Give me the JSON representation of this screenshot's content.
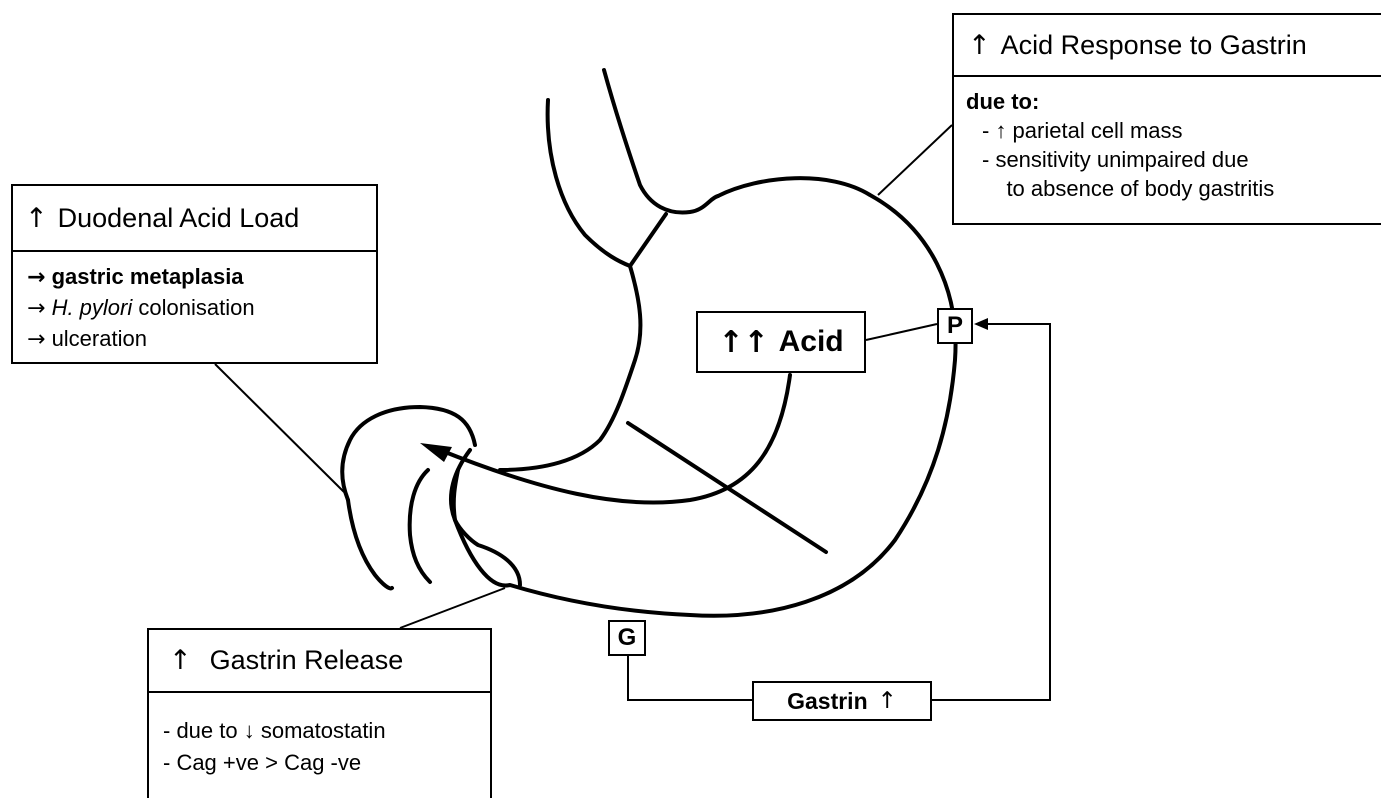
{
  "acid_response_box": {
    "arrow": "↑",
    "title": "Acid Response to Gastrin",
    "lines": [
      "due to:",
      "- ↑ parietal cell mass",
      "-  sensitivity unimpaired due",
      "    to absence of body gastritis"
    ]
  },
  "duodenal_box": {
    "arrow": "↑",
    "title": "Duodenal Acid Load",
    "lines": [
      {
        "arrow": "→",
        "text": "gastric metaplasia",
        "italic": "",
        "rest": ""
      },
      {
        "arrow": "→",
        "text": "",
        "italic": "H. pylori",
        "rest": " colonisation"
      },
      {
        "arrow": "→",
        "text": "ulceration",
        "italic": "",
        "rest": ""
      }
    ]
  },
  "acid_tag": {
    "arrows": "↑↑",
    "label": "Acid"
  },
  "p_tag": {
    "label": "P"
  },
  "g_tag": {
    "label": "G"
  },
  "gastrin_tag": {
    "label": "Gastrin",
    "arrow": "↑"
  },
  "gastrin_release_box": {
    "arrow": "↑",
    "title": "Gastrin Release",
    "lines": [
      "- due to ↓ somatostatin",
      "- Cag +ve > Cag -ve"
    ]
  }
}
